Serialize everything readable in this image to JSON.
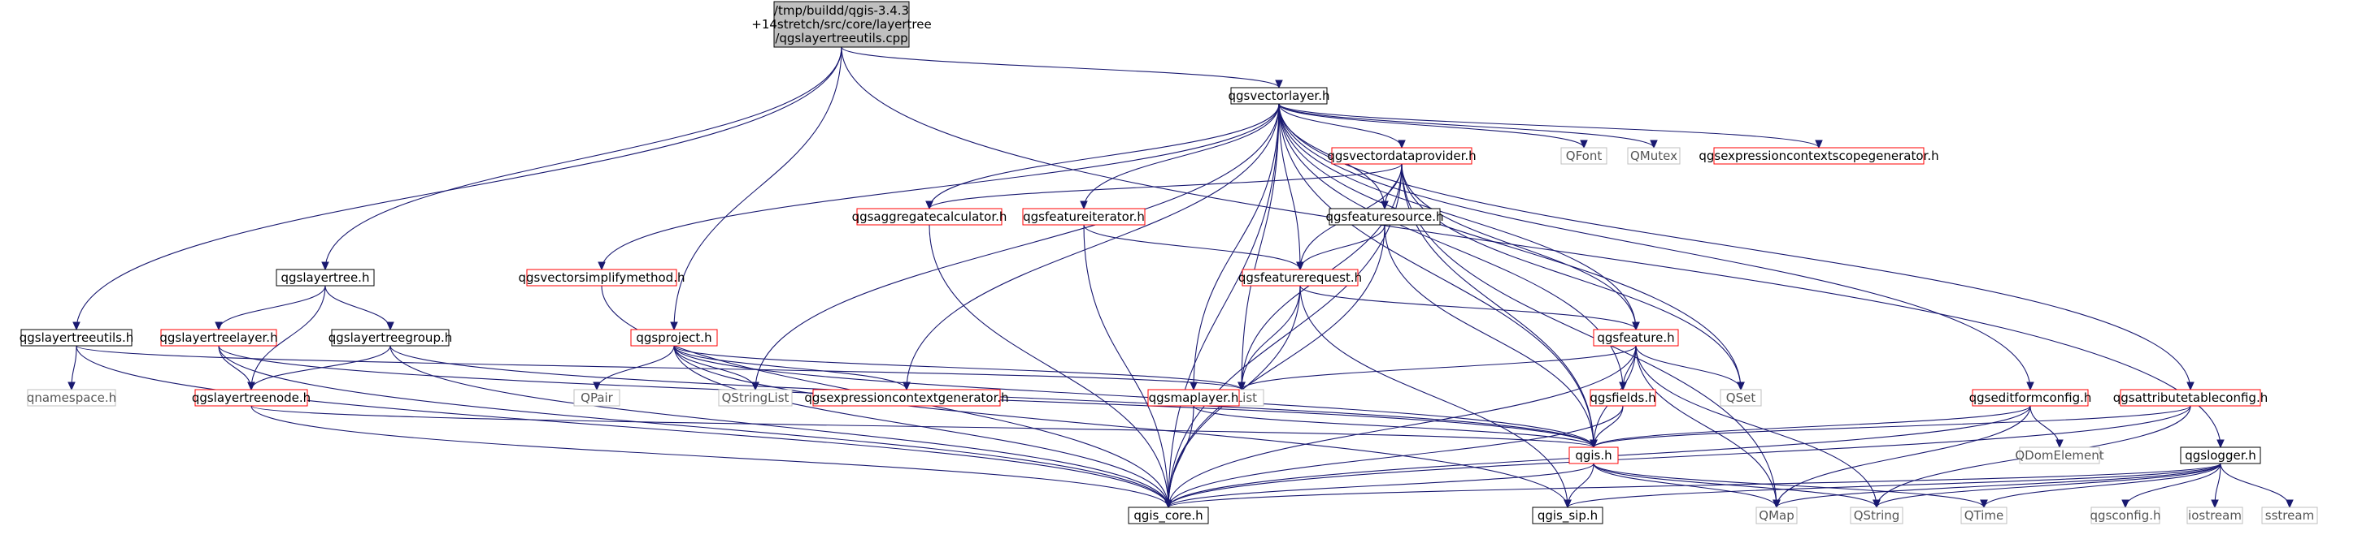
{
  "nodes": {
    "root": {
      "lines": [
        "/tmp/buildd/qgis-3.4.3",
        "+14stretch/src/core/layertree",
        "/qgslayertreeutils.cpp"
      ],
      "border": "#000000",
      "fill": "#bfbfbf",
      "link": false
    },
    "vlayer": {
      "lines": [
        "qgsvectorlayer.h"
      ],
      "border": "#000000",
      "fill": "#ffffff",
      "link": true
    },
    "logger": {
      "lines": [
        "qgslogger.h"
      ],
      "border": "#000000",
      "fill": "#ffffff",
      "link": true
    },
    "ltutils": {
      "lines": [
        "qgslayertreeutils.h"
      ],
      "border": "#000000",
      "fill": "#ffffff",
      "link": true
    },
    "layertree": {
      "lines": [
        "qgslayertree.h"
      ],
      "border": "#000000",
      "fill": "#ffffff",
      "link": true
    },
    "ltlayer": {
      "lines": [
        "qgslayertreelayer.h"
      ],
      "border": "#ff0000",
      "fill": "#ffffff",
      "link": true
    },
    "ltgroup": {
      "lines": [
        "qgslayertreegroup.h"
      ],
      "border": "#000000",
      "fill": "#ffffff",
      "link": true
    },
    "ltnode": {
      "lines": [
        "qgslayertreenode.h"
      ],
      "border": "#ff0000",
      "fill": "#ffffff",
      "link": true
    },
    "qnamespace": {
      "lines": [
        "qnamespace.h"
      ],
      "border": "#bfbfbf",
      "fill": "#ffffff",
      "link": false
    },
    "qgscore": {
      "lines": [
        "qgis_core.h"
      ],
      "border": "#000000",
      "fill": "#ffffff",
      "link": true
    },
    "qgissip": {
      "lines": [
        "qgis_sip.h"
      ],
      "border": "#000000",
      "fill": "#ffffff",
      "link": true
    },
    "qgis": {
      "lines": [
        "qgis.h"
      ],
      "border": "#ff0000",
      "fill": "#ffffff",
      "link": true
    },
    "project": {
      "lines": [
        "qgsproject.h"
      ],
      "border": "#ff0000",
      "fill": "#ffffff",
      "link": true
    },
    "qpair": {
      "lines": [
        "QPair"
      ],
      "border": "#bfbfbf",
      "fill": "#ffffff",
      "link": false
    },
    "qstringlist": {
      "lines": [
        "QStringList"
      ],
      "border": "#bfbfbf",
      "fill": "#ffffff",
      "link": false
    },
    "exprctxgen": {
      "lines": [
        "qgsexpressioncontextgenerator.h"
      ],
      "border": "#ff0000",
      "fill": "#ffffff",
      "link": true
    },
    "qlist": {
      "lines": [
        "QList"
      ],
      "border": "#bfbfbf",
      "fill": "#ffffff",
      "link": false
    },
    "simplify": {
      "lines": [
        "qgsvectorsimplifymethod.h"
      ],
      "border": "#ff0000",
      "fill": "#ffffff",
      "link": true
    },
    "aggcalc": {
      "lines": [
        "qgsaggregatecalculator.h"
      ],
      "border": "#ff0000",
      "fill": "#ffffff",
      "link": true
    },
    "featiter": {
      "lines": [
        "qgsfeatureiterator.h"
      ],
      "border": "#ff0000",
      "fill": "#ffffff",
      "link": true
    },
    "vdp": {
      "lines": [
        "qgsvectordataprovider.h"
      ],
      "border": "#ff0000",
      "fill": "#ffffff",
      "link": true
    },
    "featsource": {
      "lines": [
        "qgsfeaturesource.h"
      ],
      "border": "#000000",
      "fill": "#ffffff",
      "link": true
    },
    "featreq": {
      "lines": [
        "qgsfeaturerequest.h"
      ],
      "border": "#ff0000",
      "fill": "#ffffff",
      "link": true
    },
    "feature": {
      "lines": [
        "qgsfeature.h"
      ],
      "border": "#ff0000",
      "fill": "#ffffff",
      "link": true
    },
    "mapl": {
      "lines": [
        "qgsmaplayer.h"
      ],
      "border": "#ff0000",
      "fill": "#ffffff",
      "link": true
    },
    "fields": {
      "lines": [
        "qgsfields.h"
      ],
      "border": "#ff0000",
      "fill": "#ffffff",
      "link": true
    },
    "qset": {
      "lines": [
        "QSet"
      ],
      "border": "#bfbfbf",
      "fill": "#ffffff",
      "link": false
    },
    "qfont": {
      "lines": [
        "QFont"
      ],
      "border": "#bfbfbf",
      "fill": "#ffffff",
      "link": false
    },
    "qmutex": {
      "lines": [
        "QMutex"
      ],
      "border": "#bfbfbf",
      "fill": "#ffffff",
      "link": false
    },
    "ectxscopegen": {
      "lines": [
        "qgsexpressioncontextscopegenerator.h"
      ],
      "border": "#ff0000",
      "fill": "#ffffff",
      "link": true
    },
    "editform": {
      "lines": [
        "qgseditformconfig.h"
      ],
      "border": "#ff0000",
      "fill": "#ffffff",
      "link": true
    },
    "attrtable": {
      "lines": [
        "qgsattributetableconfig.h"
      ],
      "border": "#ff0000",
      "fill": "#ffffff",
      "link": true
    },
    "qdom": {
      "lines": [
        "QDomElement"
      ],
      "border": "#bfbfbf",
      "fill": "#ffffff",
      "link": false
    },
    "qmap": {
      "lines": [
        "QMap"
      ],
      "border": "#bfbfbf",
      "fill": "#ffffff",
      "link": false
    },
    "qstring": {
      "lines": [
        "QString"
      ],
      "border": "#bfbfbf",
      "fill": "#ffffff",
      "link": false
    },
    "qtime": {
      "lines": [
        "QTime"
      ],
      "border": "#bfbfbf",
      "fill": "#ffffff",
      "link": false
    },
    "qgsconfig": {
      "lines": [
        "qgsconfig.h"
      ],
      "border": "#bfbfbf",
      "fill": "#ffffff",
      "link": false
    },
    "iostream": {
      "lines": [
        "iostream"
      ],
      "border": "#bfbfbf",
      "fill": "#ffffff",
      "link": false
    },
    "sstream": {
      "lines": [
        "sstream"
      ],
      "border": "#bfbfbf",
      "fill": "#ffffff",
      "link": false
    }
  },
  "edges": [
    [
      "root",
      "vlayer"
    ],
    [
      "root",
      "logger"
    ],
    [
      "root",
      "ltutils"
    ],
    [
      "root",
      "layertree"
    ],
    [
      "root",
      "project"
    ],
    [
      "ltutils",
      "qnamespace"
    ],
    [
      "ltutils",
      "qgscore"
    ],
    [
      "ltutils",
      "qlist"
    ],
    [
      "layertree",
      "ltlayer"
    ],
    [
      "layertree",
      "ltgroup"
    ],
    [
      "layertree",
      "ltnode"
    ],
    [
      "ltlayer",
      "ltnode"
    ],
    [
      "ltlayer",
      "qgscore"
    ],
    [
      "ltlayer",
      "qgis"
    ],
    [
      "ltgroup",
      "ltnode"
    ],
    [
      "ltgroup",
      "qgscore"
    ],
    [
      "ltgroup",
      "qgis"
    ],
    [
      "ltnode",
      "qgscore"
    ],
    [
      "ltnode",
      "qgis"
    ],
    [
      "project",
      "qpair"
    ],
    [
      "project",
      "qstringlist"
    ],
    [
      "project",
      "exprctxgen"
    ],
    [
      "project",
      "qlist"
    ],
    [
      "project",
      "qgscore"
    ],
    [
      "project",
      "qgis"
    ],
    [
      "project",
      "qgissip"
    ],
    [
      "vlayer",
      "qgscore"
    ],
    [
      "vlayer",
      "simplify"
    ],
    [
      "vlayer",
      "qstringlist"
    ],
    [
      "vlayer",
      "exprctxgen"
    ],
    [
      "vlayer",
      "fields"
    ],
    [
      "vlayer",
      "aggcalc"
    ],
    [
      "vlayer",
      "featiter"
    ],
    [
      "vlayer",
      "vdp"
    ],
    [
      "vlayer",
      "mapl"
    ],
    [
      "vlayer",
      "qlist"
    ],
    [
      "vlayer",
      "featreq"
    ],
    [
      "vlayer",
      "featsource"
    ],
    [
      "vlayer",
      "feature"
    ],
    [
      "vlayer",
      "qfont"
    ],
    [
      "vlayer",
      "qmutex"
    ],
    [
      "vlayer",
      "ectxscopegen"
    ],
    [
      "vlayer",
      "qset"
    ],
    [
      "vlayer",
      "qgis"
    ],
    [
      "vlayer",
      "editform"
    ],
    [
      "vlayer",
      "attrtable"
    ],
    [
      "simplify",
      "qgscore"
    ],
    [
      "aggcalc",
      "qgscore"
    ],
    [
      "featiter",
      "featreq"
    ],
    [
      "featiter",
      "qgscore"
    ],
    [
      "vdp",
      "aggcalc"
    ],
    [
      "vdp",
      "featsource"
    ],
    [
      "vdp",
      "featreq"
    ],
    [
      "vdp",
      "feature"
    ],
    [
      "vdp",
      "qlist"
    ],
    [
      "vdp",
      "qset"
    ],
    [
      "vdp",
      "qmap"
    ],
    [
      "vdp",
      "qgis"
    ],
    [
      "vdp",
      "qgscore"
    ],
    [
      "featsource",
      "featreq"
    ],
    [
      "featsource",
      "qgscore"
    ],
    [
      "featsource",
      "qgis"
    ],
    [
      "featreq",
      "feature"
    ],
    [
      "featreq",
      "qlist"
    ],
    [
      "featreq",
      "qgscore"
    ],
    [
      "featreq",
      "qgissip"
    ],
    [
      "feature",
      "qlist"
    ],
    [
      "feature",
      "fields"
    ],
    [
      "feature",
      "qset"
    ],
    [
      "feature",
      "qgis"
    ],
    [
      "feature",
      "qgscore"
    ],
    [
      "feature",
      "qmap"
    ],
    [
      "feature",
      "qstring"
    ],
    [
      "mapl",
      "qgis"
    ],
    [
      "mapl",
      "qgscore"
    ],
    [
      "fields",
      "qgis"
    ],
    [
      "fields",
      "qgscore"
    ],
    [
      "editform",
      "qgis"
    ],
    [
      "editform",
      "qdom"
    ],
    [
      "editform",
      "qmap"
    ],
    [
      "editform",
      "qgscore"
    ],
    [
      "attrtable",
      "qgis"
    ],
    [
      "attrtable",
      "qgscore"
    ],
    [
      "attrtable",
      "qstring"
    ],
    [
      "qgis",
      "qgscore"
    ],
    [
      "qgis",
      "qgissip"
    ],
    [
      "qgis",
      "qmap"
    ],
    [
      "qgis",
      "qstring"
    ],
    [
      "qgis",
      "qtime"
    ],
    [
      "logger",
      "qgscore"
    ],
    [
      "logger",
      "qgissip"
    ],
    [
      "logger",
      "qstring"
    ],
    [
      "logger",
      "qtime"
    ],
    [
      "logger",
      "qgsconfig"
    ],
    [
      "logger",
      "iostream"
    ],
    [
      "logger",
      "sstream"
    ],
    [
      "logger",
      "qmap"
    ]
  ]
}
